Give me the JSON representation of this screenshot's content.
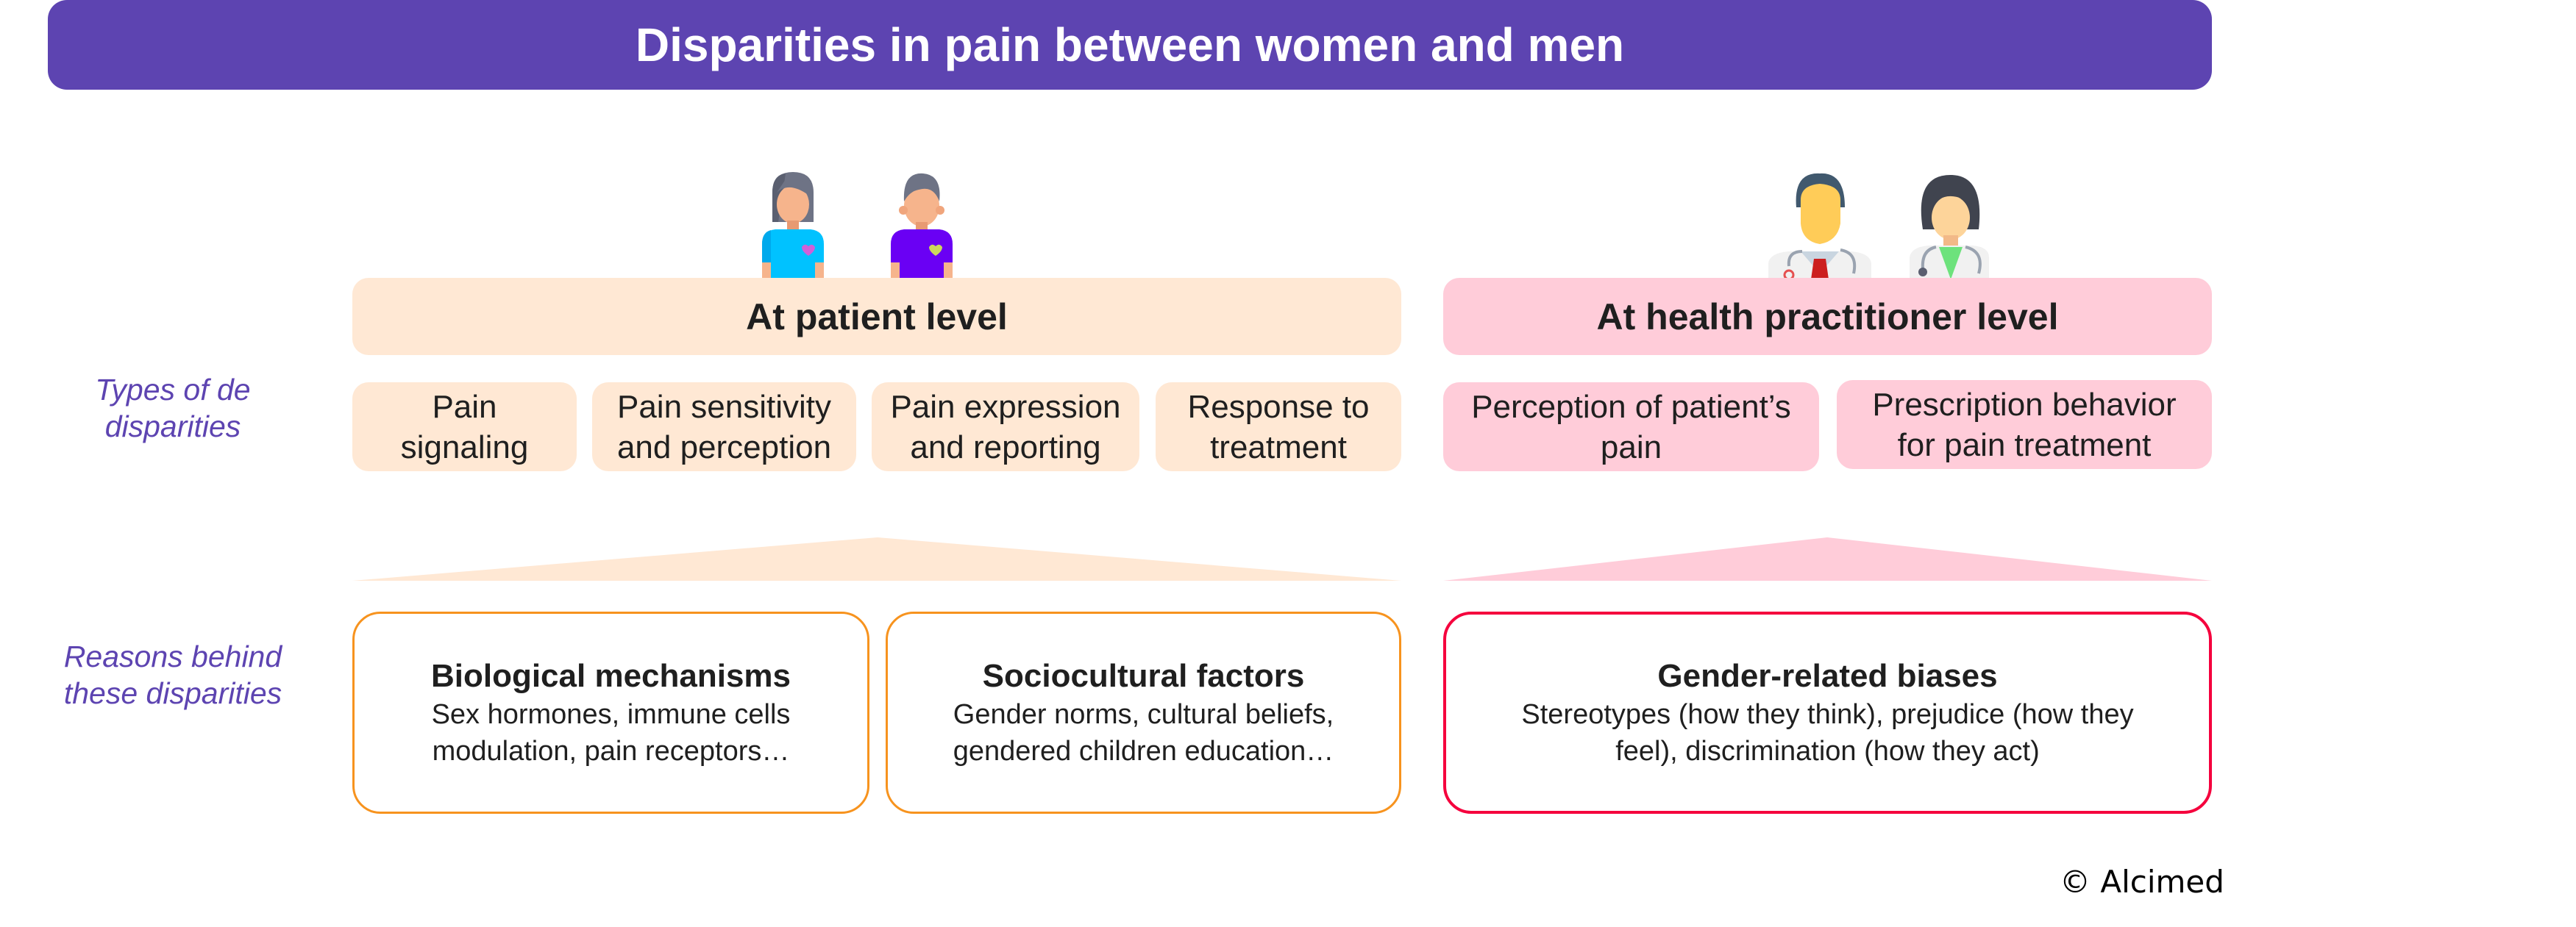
{
  "title": "Disparities in pain between women and men",
  "side_labels": {
    "types": "Types of de disparities",
    "types_lines": [
      "Types of de",
      "disparities"
    ],
    "reasons_lines": [
      "Reasons behind",
      "these disparities"
    ]
  },
  "patient": {
    "header": "At patient level",
    "icons": [
      "woman-patient-icon",
      "man-patient-icon"
    ],
    "types": [
      {
        "lines": [
          "Pain",
          "signaling"
        ]
      },
      {
        "lines": [
          "Pain sensitivity",
          "and perception"
        ]
      },
      {
        "lines": [
          "Pain expression",
          "and reporting"
        ]
      },
      {
        "lines": [
          "Response to",
          "treatment"
        ]
      }
    ],
    "reasons": [
      {
        "title": "Biological mechanisms",
        "desc_lines": [
          "Sex hormones, immune cells",
          "modulation, pain receptors…"
        ]
      },
      {
        "title": "Sociocultural factors",
        "desc_lines": [
          "Gender norms, cultural beliefs,",
          "gendered children education…"
        ]
      }
    ]
  },
  "practitioner": {
    "header": "At health practitioner level",
    "icons": [
      "male-doctor-icon",
      "female-doctor-icon"
    ],
    "types": [
      {
        "lines": [
          "Perception of patient’s",
          "pain"
        ]
      },
      {
        "lines": [
          "Prescription behavior",
          "for pain treatment"
        ]
      }
    ],
    "reasons": [
      {
        "title": "Gender-related biases",
        "desc_lines": [
          "Stereotypes (how they think), prejudice (how they",
          "feel), discrimination (how they act)"
        ]
      }
    ]
  },
  "copyright": "© Alcimed",
  "colors": {
    "title_bar": "#5D44B1",
    "label_text": "#5D44B1",
    "patient_fill": "#FFE8D4",
    "practitioner_fill": "#FFCCD9",
    "patient_border": "#F7931E",
    "practitioner_border": "#F5003D"
  }
}
